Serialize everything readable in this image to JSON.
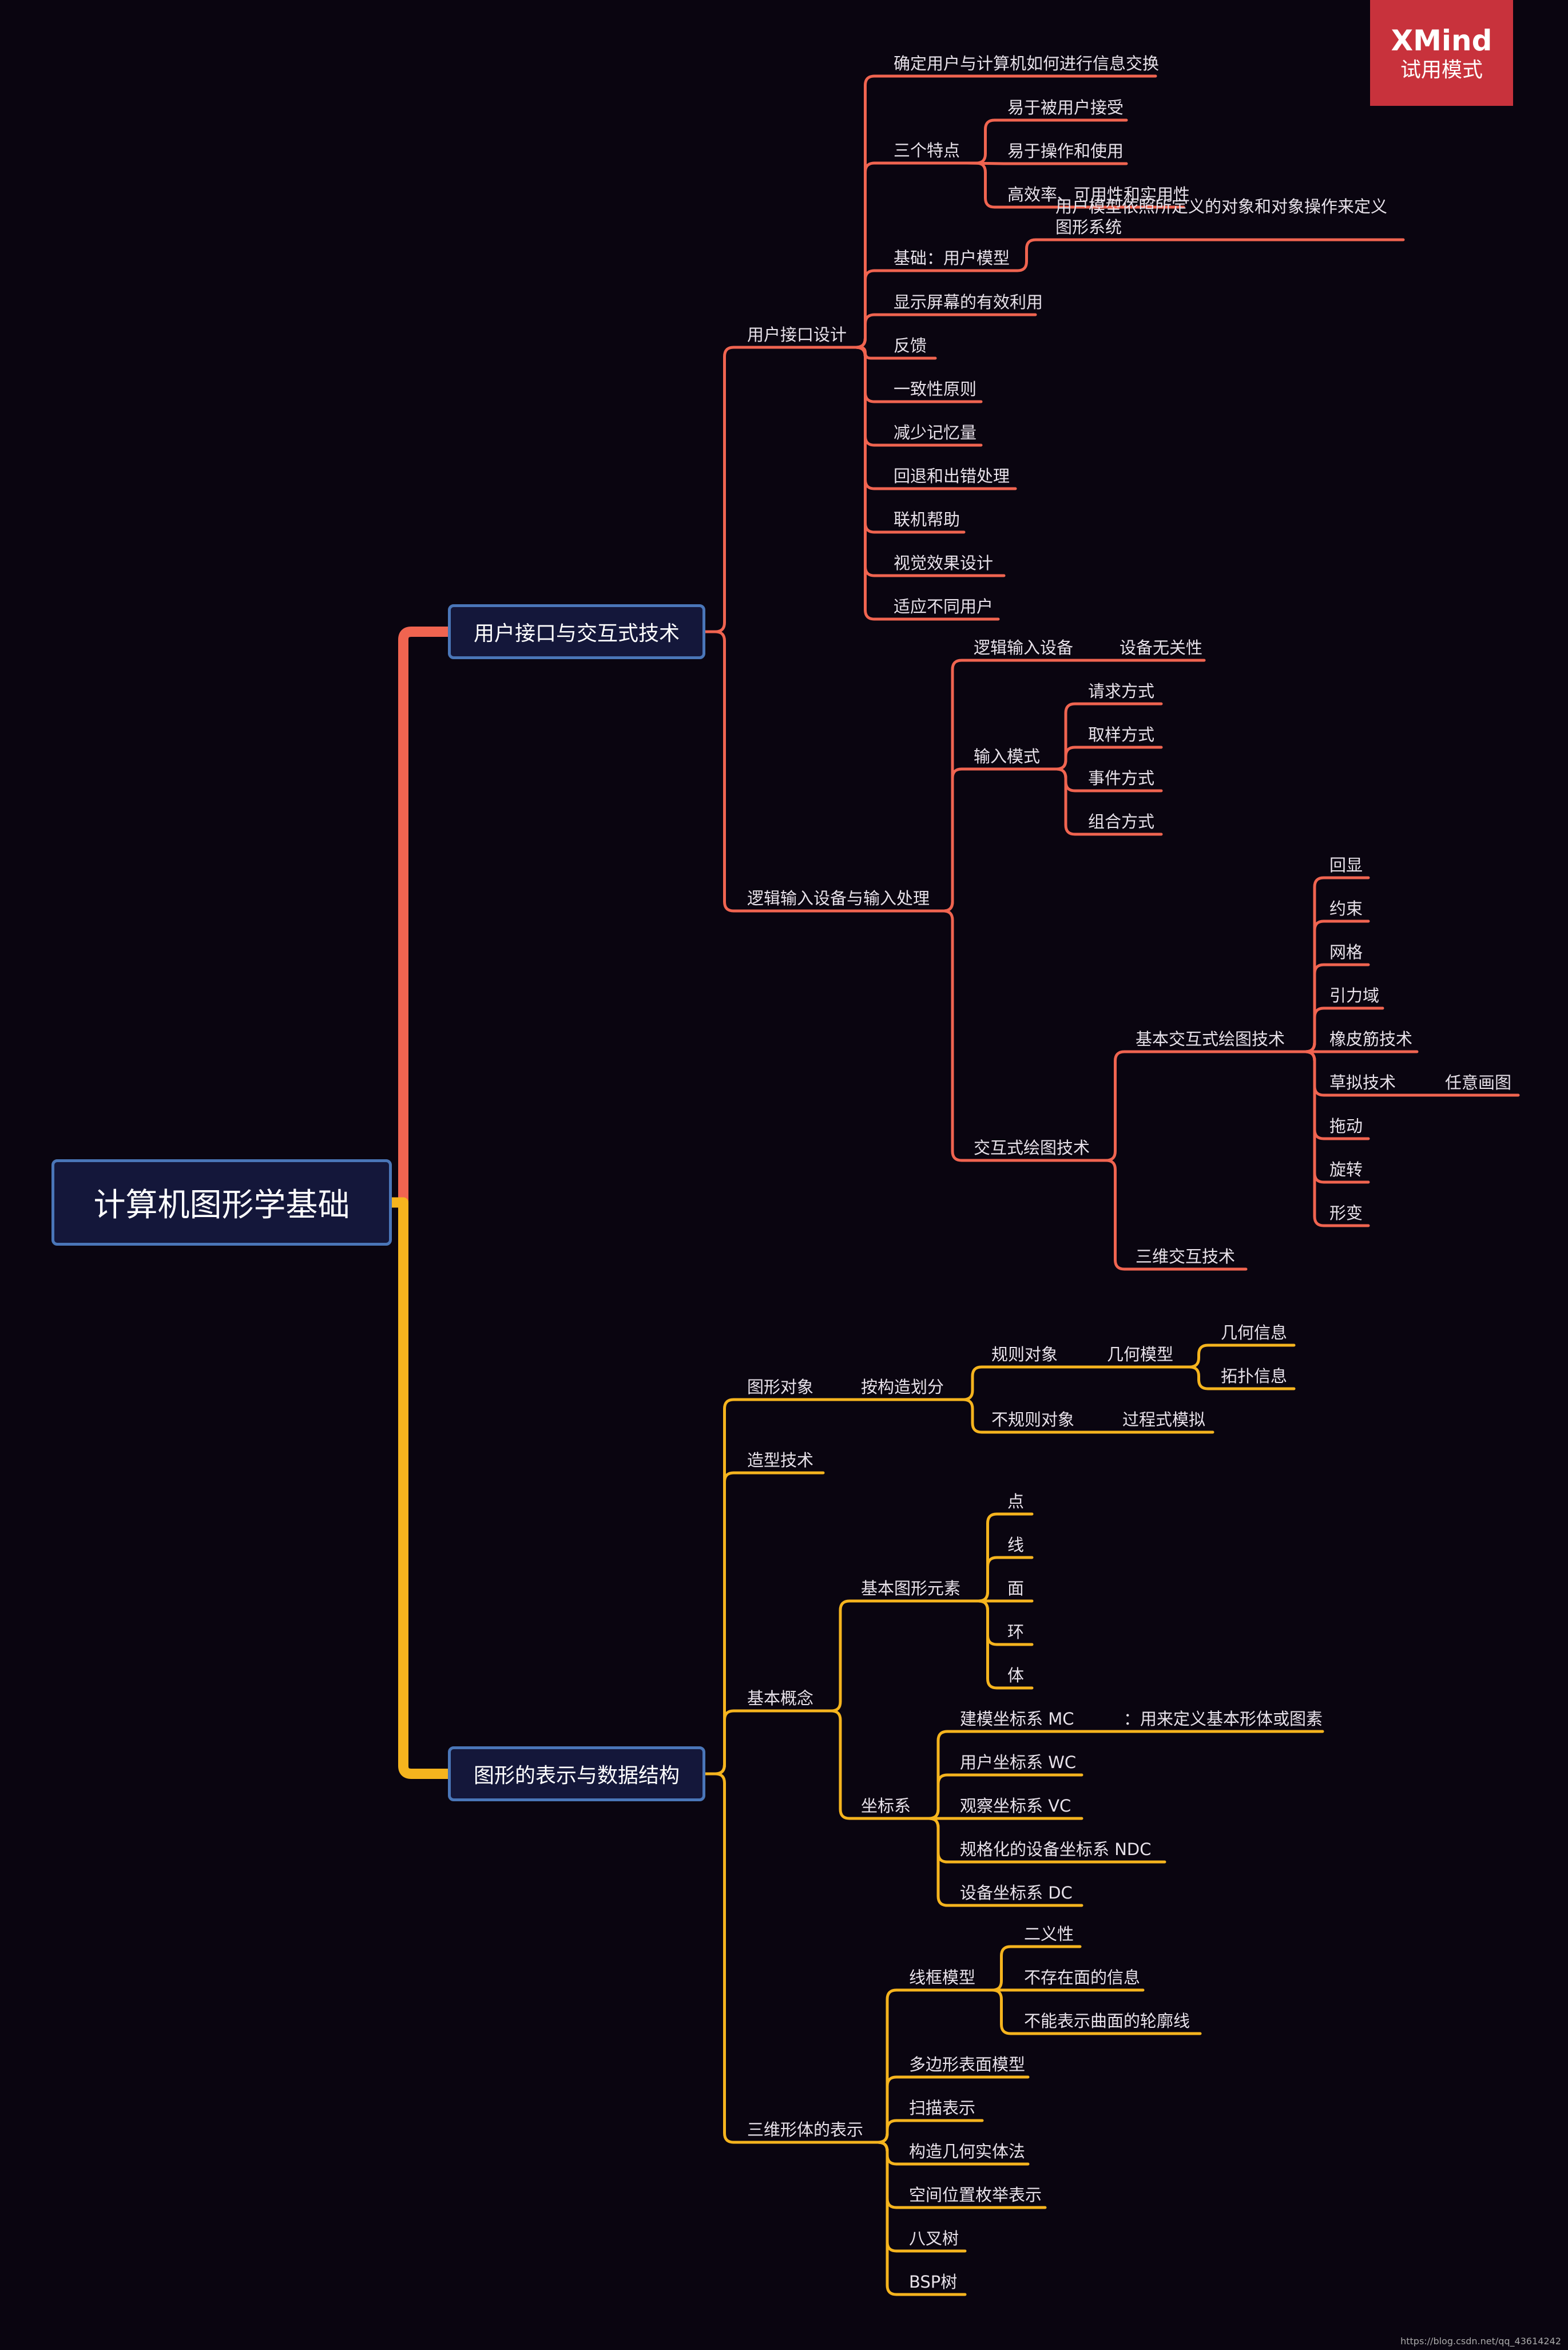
{
  "watermark": {
    "logo": "XMind",
    "mode": "试用模式"
  },
  "footer": {
    "url": "https://blog.csdn.net/qq_43614242"
  },
  "colors": {
    "background": "#0a0510",
    "branch_top": "#f06450",
    "branch_bottom": "#f5b41e",
    "topic_border": "#4a76b8",
    "topic_fill": "#14173a"
  },
  "root": {
    "label": "计算机图形学基础"
  },
  "branches": [
    {
      "key": "b1",
      "label": "用户接口与交互式技术",
      "color": "#f06450",
      "children": [
        {
          "key": "b1a",
          "label": "用户接口设计",
          "children": [
            {
              "key": "b1a1",
              "label": "确定用户与计算机如何进行信息交换"
            },
            {
              "key": "b1a2",
              "label": "三个特点",
              "children": [
                {
                  "key": "b1a2a",
                  "label": "易于被用户接受"
                },
                {
                  "key": "b1a2b",
                  "label": "易于操作和使用"
                },
                {
                  "key": "b1a2c",
                  "label": "高效率、可用性和实用性"
                }
              ]
            },
            {
              "key": "b1a3",
              "label": "基础：用户模型",
              "children": [
                {
                  "key": "b1a3a",
                  "label": "用户模型依照所定义的对象和对象操作来定义图形系统"
                }
              ]
            },
            {
              "key": "b1a4",
              "label": "显示屏幕的有效利用"
            },
            {
              "key": "b1a5",
              "label": "反馈"
            },
            {
              "key": "b1a6",
              "label": "一致性原则"
            },
            {
              "key": "b1a7",
              "label": "减少记忆量"
            },
            {
              "key": "b1a8",
              "label": "回退和出错处理"
            },
            {
              "key": "b1a9",
              "label": "联机帮助"
            },
            {
              "key": "b1a10",
              "label": "视觉效果设计"
            },
            {
              "key": "b1a11",
              "label": "适应不同用户"
            }
          ]
        },
        {
          "key": "b1b",
          "label": "逻辑输入设备与输入处理",
          "children": [
            {
              "key": "b1b1",
              "label": "逻辑输入设备",
              "children": [
                {
                  "key": "b1b1a",
                  "label": "设备无关性"
                }
              ]
            },
            {
              "key": "b1b2",
              "label": "输入模式",
              "children": [
                {
                  "key": "b1b2a",
                  "label": "请求方式"
                },
                {
                  "key": "b1b2b",
                  "label": "取样方式"
                },
                {
                  "key": "b1b2c",
                  "label": "事件方式"
                },
                {
                  "key": "b1b2d",
                  "label": "组合方式"
                }
              ]
            },
            {
              "key": "b1b3",
              "label": "交互式绘图技术",
              "children": [
                {
                  "key": "b1b3a",
                  "label": "基本交互式绘图技术",
                  "children": [
                    {
                      "key": "b1b3a1",
                      "label": "回显"
                    },
                    {
                      "key": "b1b3a2",
                      "label": "约束"
                    },
                    {
                      "key": "b1b3a3",
                      "label": "网格"
                    },
                    {
                      "key": "b1b3a4",
                      "label": "引力域"
                    },
                    {
                      "key": "b1b3a5",
                      "label": "橡皮筋技术"
                    },
                    {
                      "key": "b1b3a6",
                      "label": "草拟技术",
                      "children": [
                        {
                          "key": "b1b3a6a",
                          "label": "任意画图"
                        }
                      ]
                    },
                    {
                      "key": "b1b3a7",
                      "label": "拖动"
                    },
                    {
                      "key": "b1b3a8",
                      "label": "旋转"
                    },
                    {
                      "key": "b1b3a9",
                      "label": "形变"
                    }
                  ]
                },
                {
                  "key": "b1b3b",
                  "label": "三维交互技术"
                }
              ]
            }
          ]
        }
      ]
    },
    {
      "key": "b2",
      "label": "图形的表示与数据结构",
      "color": "#f5b41e",
      "children": [
        {
          "key": "b2a",
          "label": "图形对象",
          "children": [
            {
              "key": "b2a1",
              "label": "按构造划分",
              "children": [
                {
                  "key": "b2a1a",
                  "label": "规则对象",
                  "children": [
                    {
                      "key": "b2a1a1",
                      "label": "几何模型",
                      "children": [
                        {
                          "key": "b2a1a1a",
                          "label": "几何信息"
                        },
                        {
                          "key": "b2a1a1b",
                          "label": "拓扑信息"
                        }
                      ]
                    }
                  ]
                },
                {
                  "key": "b2a1b",
                  "label": "不规则对象",
                  "children": [
                    {
                      "key": "b2a1b1",
                      "label": "过程式模拟"
                    }
                  ]
                }
              ]
            }
          ]
        },
        {
          "key": "b2b",
          "label": "造型技术"
        },
        {
          "key": "b2c",
          "label": "基本概念",
          "children": [
            {
              "key": "b2c1",
              "label": "基本图形元素",
              "children": [
                {
                  "key": "b2c1a",
                  "label": "点"
                },
                {
                  "key": "b2c1b",
                  "label": "线"
                },
                {
                  "key": "b2c1c",
                  "label": "面"
                },
                {
                  "key": "b2c1d",
                  "label": "环"
                },
                {
                  "key": "b2c1e",
                  "label": "体"
                }
              ]
            },
            {
              "key": "b2c2",
              "label": "坐标系",
              "children": [
                {
                  "key": "b2c2a",
                  "label": "建模坐标系  MC",
                  "children": [
                    {
                      "key": "b2c2a1",
                      "label": "：用来定义基本形体或图素"
                    }
                  ]
                },
                {
                  "key": "b2c2b",
                  "label": "用户坐标系  WC"
                },
                {
                  "key": "b2c2c",
                  "label": "观察坐标系  VC"
                },
                {
                  "key": "b2c2d",
                  "label": "规格化的设备坐标系  NDC"
                },
                {
                  "key": "b2c2e",
                  "label": "设备坐标系  DC"
                }
              ]
            }
          ]
        },
        {
          "key": "b2d",
          "label": "三维形体的表示",
          "children": [
            {
              "key": "b2d1",
              "label": "线框模型",
              "children": [
                {
                  "key": "b2d1a",
                  "label": "二义性"
                },
                {
                  "key": "b2d1b",
                  "label": "不存在面的信息"
                },
                {
                  "key": "b2d1c",
                  "label": "不能表示曲面的轮廓线"
                }
              ]
            },
            {
              "key": "b2d2",
              "label": "多边形表面模型"
            },
            {
              "key": "b2d3",
              "label": "扫描表示"
            },
            {
              "key": "b2d4",
              "label": "构造几何实体法"
            },
            {
              "key": "b2d5",
              "label": "空间位置枚举表示"
            },
            {
              "key": "b2d6",
              "label": "八叉树"
            },
            {
              "key": "b2d7",
              "label": "BSP树"
            }
          ]
        }
      ]
    }
  ]
}
